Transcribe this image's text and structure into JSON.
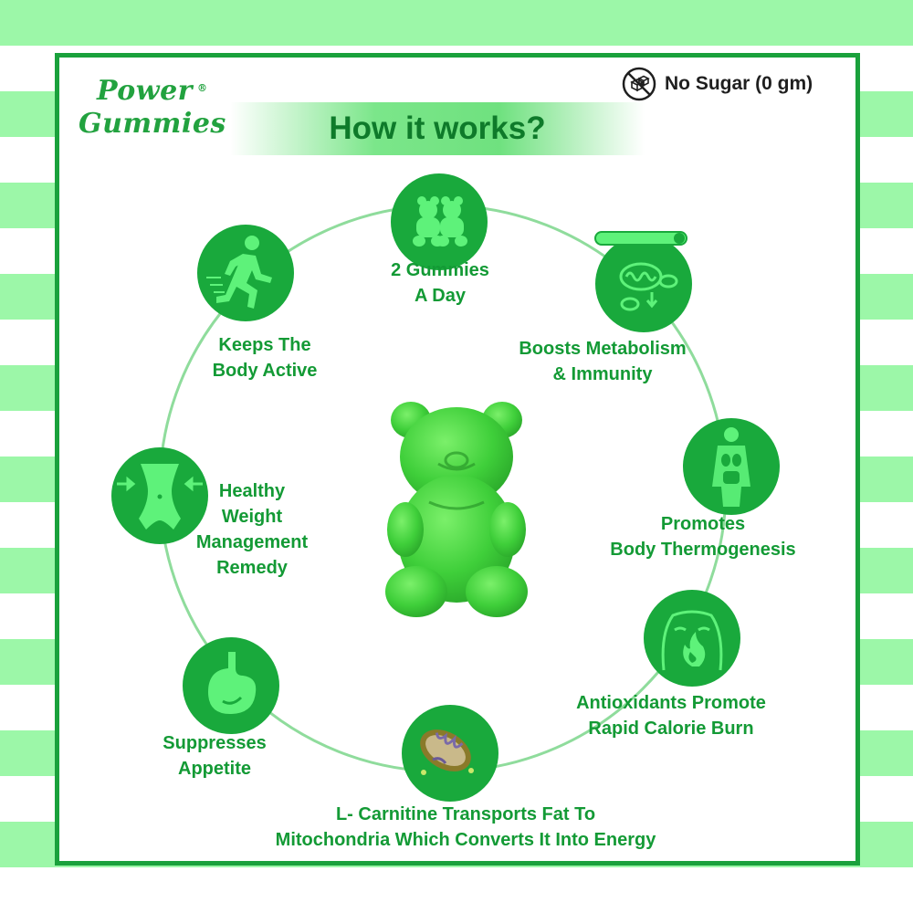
{
  "brand": {
    "line1": "Power",
    "line2": "Gummies",
    "mark": "®",
    "color": "#22a23f"
  },
  "badge": {
    "icon": "no-sugar-cube-icon",
    "text": "No Sugar (0 gm)"
  },
  "title": "How it works?",
  "colors": {
    "stripe": "#9cf7a8",
    "frame": "#1aa13c",
    "node": "#19a93c",
    "label": "#139a35",
    "icon_fill": "#5ef27a",
    "ring": "#8fdc9c"
  },
  "steps": [
    {
      "icon": "gummy-bears-icon",
      "lines": [
        "2 Gummies",
        "A Day"
      ]
    },
    {
      "icon": "metabolism-cells-icon",
      "lines": [
        "Boosts Metabolism",
        "& Immunity"
      ]
    },
    {
      "icon": "body-organs-icon",
      "lines": [
        "Promotes",
        "Body Thermogenesis"
      ]
    },
    {
      "icon": "torso-flame-icon",
      "lines": [
        "Antioxidants Promote",
        "Rapid Calorie Burn"
      ]
    },
    {
      "icon": "mitochondria-icon",
      "lines": [
        "L- Carnitine Transports Fat To",
        "Mitochondria Which Converts It Into Energy"
      ]
    },
    {
      "icon": "stomach-icon",
      "lines": [
        "Suppresses",
        "Appetite"
      ]
    },
    {
      "icon": "slim-waist-icon",
      "lines": [
        "Healthy",
        "Weight",
        "Management",
        "Remedy"
      ]
    },
    {
      "icon": "running-person-icon",
      "lines": [
        "Keeps The",
        "Body Active"
      ]
    }
  ],
  "center": {
    "icon": "green-gummy-bear-icon"
  }
}
